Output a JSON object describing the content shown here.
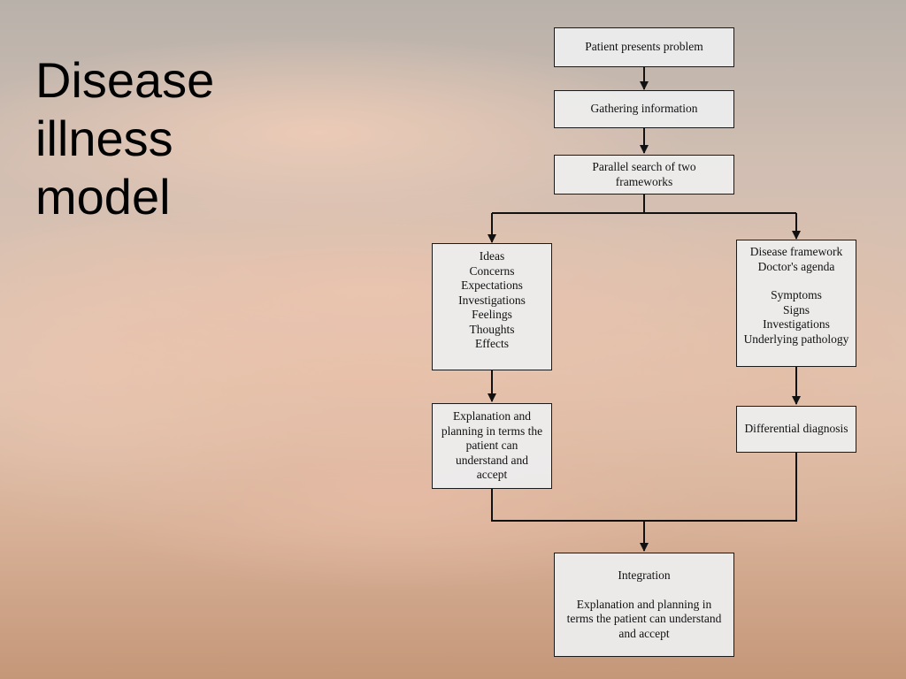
{
  "slide": {
    "title_lines": [
      "Disease",
      "illness",
      "model"
    ]
  },
  "flowchart": {
    "patient_presents": "Patient presents problem",
    "gathering": "Gathering information",
    "parallel_search": [
      "Parallel search of two",
      "frameworks"
    ],
    "illness_framework": [
      "Ideas",
      "Concerns",
      "Expectations",
      "Investigations",
      "Feelings",
      "Thoughts",
      "Effects"
    ],
    "disease_framework": {
      "header": [
        "Disease framework",
        "Doctor's agenda"
      ],
      "items": [
        "Symptoms",
        "Signs",
        "Investigations",
        "Underlying pathology"
      ]
    },
    "explanation": [
      "Explanation and",
      "planning in terms the",
      "patient can",
      "understand and",
      "accept"
    ],
    "differential": "Differential diagnosis",
    "integration": {
      "heading": "Integration",
      "body": [
        "Explanation and planning in",
        "terms the patient can understand",
        "and accept"
      ]
    }
  }
}
